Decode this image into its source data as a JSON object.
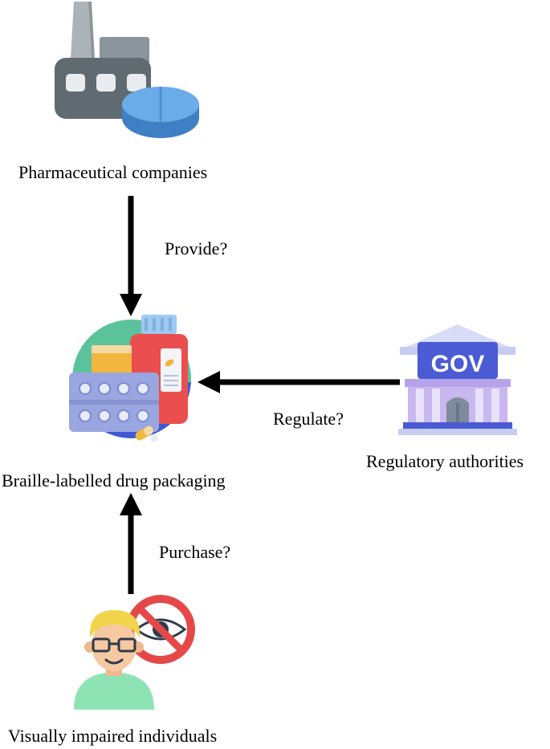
{
  "nodes": {
    "pharma": {
      "label": "Pharmaceutical companies",
      "icon": "factory-pill-icon"
    },
    "packaging": {
      "label": "Braille-labelled drug packaging",
      "icon": "medicine-packaging-icon"
    },
    "regulators": {
      "label": "Regulatory authorities",
      "icon": "government-building-icon",
      "sign_text": "GOV"
    },
    "individuals": {
      "label": "Visually impaired individuals",
      "icon": "visually-impaired-person-icon"
    }
  },
  "edges": {
    "provide": {
      "label": "Provide?",
      "from": "pharma",
      "to": "packaging"
    },
    "regulate": {
      "label": "Regulate?",
      "from": "regulators",
      "to": "packaging"
    },
    "purchase": {
      "label": "Purchase?",
      "from": "individuals",
      "to": "packaging"
    }
  },
  "colors": {
    "arrow": "#000000",
    "factory": "#5f6b70",
    "factory_light": "#8a969b",
    "pill": "#5a9ee0",
    "gov_blue": "#4a5bd3",
    "gov_purple": "#c9b7ef",
    "pack_green": "#5cc29c",
    "pack_blue": "#3f5ad2",
    "pack_red": "#ea4e4e",
    "blister": "#9aa6df",
    "skin": "#f6c9a3",
    "hair": "#f2d44a",
    "shirt": "#8ee3b4",
    "prohibit": "#e54848"
  }
}
